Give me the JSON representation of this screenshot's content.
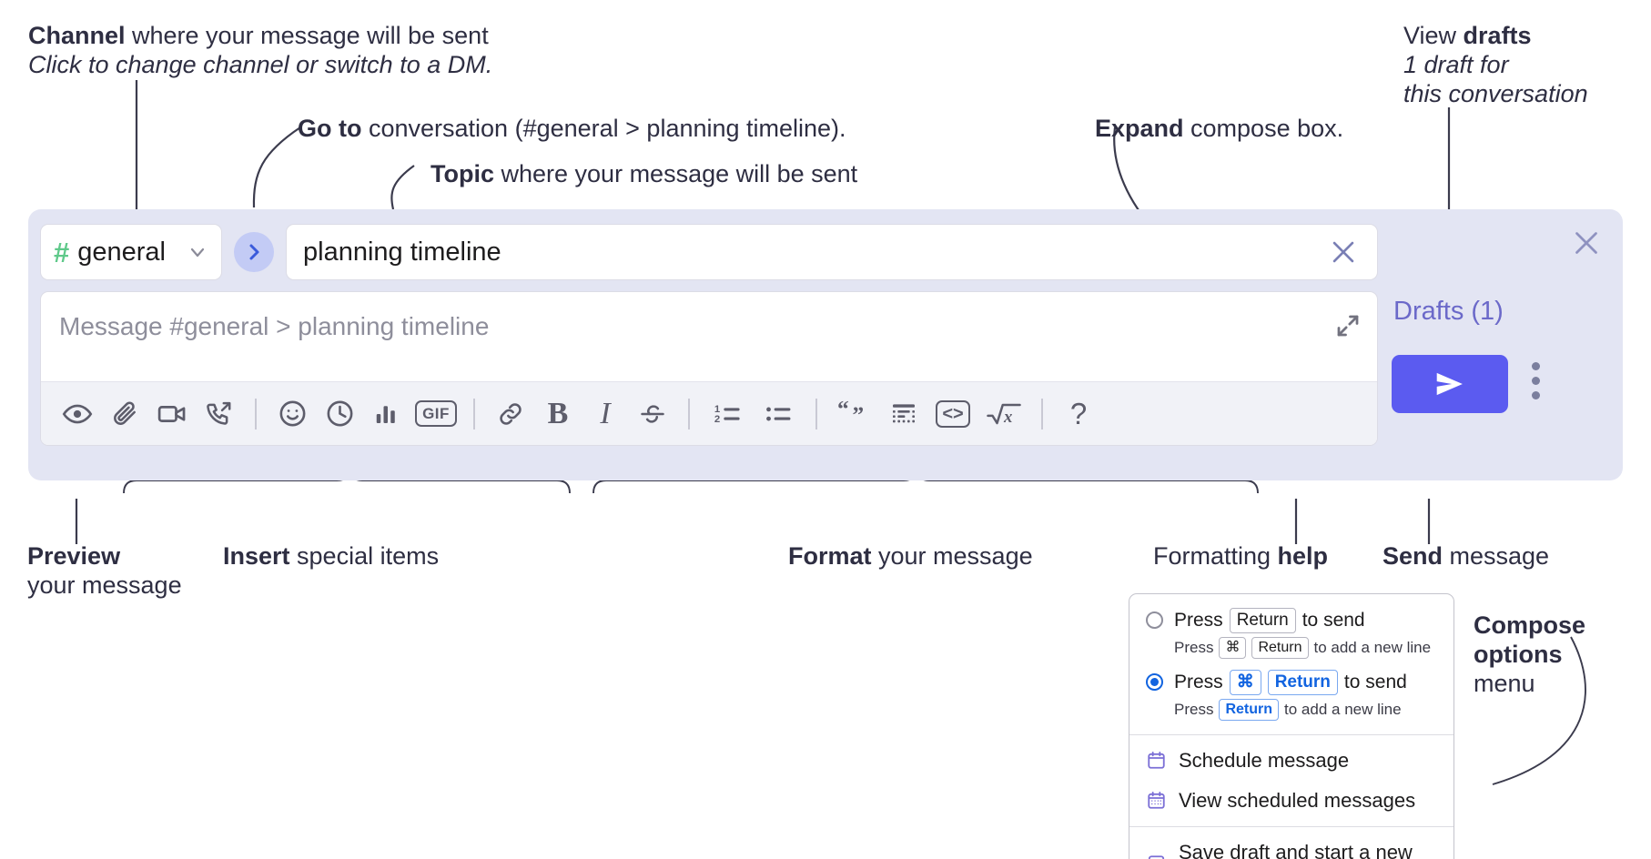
{
  "annotations": {
    "channel": {
      "bold": "Channel",
      "rest": " where your message will be sent",
      "italic": "Click to change channel or switch to a DM."
    },
    "goto": {
      "bold": "Go to",
      "rest": " conversation (#general > planning timeline)."
    },
    "topic": {
      "bold": "Topic",
      "rest": " where your message will be sent"
    },
    "expand": {
      "bold": "Expand",
      "rest": " compose box."
    },
    "drafts": {
      "pre": "View ",
      "bold": "drafts",
      "italic1": "1 draft for",
      "italic2": "this conversation"
    },
    "preview": {
      "bold": "Preview",
      "rest": "your message"
    },
    "insert": {
      "bold": "Insert",
      "rest": " special items"
    },
    "format": {
      "bold": "Format",
      "rest": " your message"
    },
    "help": {
      "pre": "Formatting ",
      "bold": "help"
    },
    "send": {
      "bold": "Send",
      "rest": " message"
    },
    "compose_options": {
      "bold1": "Compose",
      "bold2": "options",
      "rest": "menu"
    }
  },
  "compose": {
    "channel": {
      "hash": "#",
      "name": "general",
      "chevron": "chevron-down-icon"
    },
    "goto_button": "goto-conversation-icon",
    "topic": {
      "value": "planning timeline",
      "clear": "close-icon"
    },
    "message": {
      "placeholder": "Message #general > planning timeline",
      "value": "",
      "expand": "expand-icon"
    },
    "toolbar": [
      {
        "name": "preview-icon",
        "label": "Preview"
      },
      {
        "name": "attachment-icon",
        "label": "Attach file"
      },
      {
        "name": "video-icon",
        "label": "Record video clip"
      },
      {
        "name": "huddle-icon",
        "label": "Start a huddle"
      },
      {
        "name": "separator",
        "label": ""
      },
      {
        "name": "emoji-icon",
        "label": "Emoji"
      },
      {
        "name": "clock-icon",
        "label": "Reminder"
      },
      {
        "name": "poll-icon",
        "label": "Poll"
      },
      {
        "name": "gif-icon",
        "label": "GIF"
      },
      {
        "name": "separator",
        "label": ""
      },
      {
        "name": "link-icon",
        "label": "Link"
      },
      {
        "name": "bold-icon",
        "label": "B"
      },
      {
        "name": "italic-icon",
        "label": "I"
      },
      {
        "name": "strikethrough-icon",
        "label": "S"
      },
      {
        "name": "separator",
        "label": ""
      },
      {
        "name": "ordered-list-icon",
        "label": "Ordered list"
      },
      {
        "name": "bulleted-list-icon",
        "label": "Bulleted list"
      },
      {
        "name": "separator",
        "label": ""
      },
      {
        "name": "blockquote-icon",
        "label": "Blockquote"
      },
      {
        "name": "code-block-icon",
        "label": "Code block"
      },
      {
        "name": "code-icon",
        "label": "Code"
      },
      {
        "name": "math-icon",
        "label": "Math"
      },
      {
        "name": "separator",
        "label": ""
      },
      {
        "name": "help-icon",
        "label": "?"
      }
    ],
    "drafts_label": "Drafts (1)",
    "send_button": "send-icon",
    "more_options": "kebab-icon",
    "panel_close": "close-icon"
  },
  "popup": {
    "options": [
      {
        "selected": false,
        "main_pre": "Press",
        "main_key": "Return",
        "main_post": "to send",
        "sub_pre": "Press",
        "sub_key1": "⌘",
        "sub_key2": "Return",
        "sub_post": "to add a new line"
      },
      {
        "selected": true,
        "main_pre": "Press",
        "main_key1": "⌘",
        "main_key2": "Return",
        "main_post": "to send",
        "sub_pre": "Press",
        "sub_key": "Return",
        "sub_post": "to add a new line"
      }
    ],
    "menu": [
      {
        "icon": "calendar-icon",
        "label": "Schedule message"
      },
      {
        "icon": "calendar-grid-icon",
        "label": "View scheduled messages"
      },
      {
        "icon": "save-draft-icon",
        "label": "Save draft and start a new message"
      }
    ]
  },
  "colors": {
    "panel_bg": "#e3e5f3",
    "send_purple": "#5b5bf0",
    "hash_green": "#5fc98a",
    "drafts_purple": "#6b69c9",
    "goto_bg": "#c3cbf5",
    "accent_blue": "#1264e0"
  }
}
